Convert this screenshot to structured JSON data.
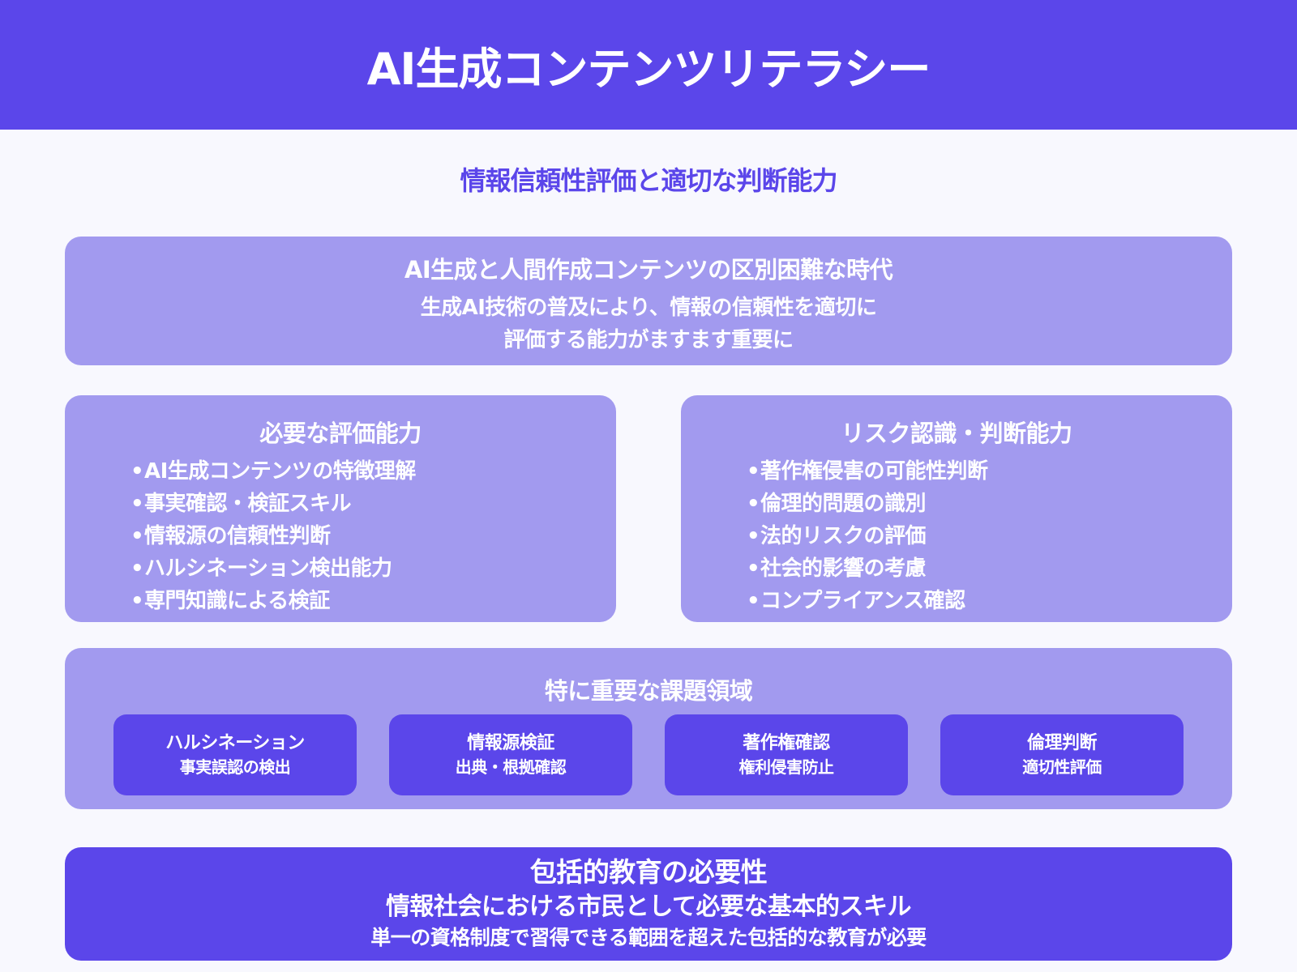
{
  "header": {
    "title": "AI生成コンテンツリテラシー"
  },
  "subtitle": "情報信頼性評価と適切な判断能力",
  "intro": {
    "title": "AI生成と人間作成コンテンツの区別困難な時代",
    "lines": [
      "生成AI技術の普及により、情報の信頼性を適切に",
      "評価する能力がますます重要に"
    ]
  },
  "evaluation": {
    "title": "必要な評価能力",
    "bullet": "•",
    "items": [
      "AI生成コンテンツの特徴理解",
      "事実確認・検証スキル",
      "情報源の信頼性判断",
      "ハルシネーション検出能力",
      "専門知識による検証"
    ]
  },
  "risk": {
    "title": "リスク認識・判断能力",
    "bullet": "•",
    "items": [
      "著作権侵害の可能性判断",
      "倫理的問題の識別",
      "法的リスクの評価",
      "社会的影響の考慮",
      "コンプライアンス確認"
    ]
  },
  "areas": {
    "title": "特に重要な課題領域",
    "cards": [
      {
        "title": "ハルシネーション",
        "sub": "事実誤認の検出"
      },
      {
        "title": "情報源検証",
        "sub": "出典・根拠確認"
      },
      {
        "title": "著作権確認",
        "sub": "権利侵害防止"
      },
      {
        "title": "倫理判断",
        "sub": "適切性評価"
      }
    ]
  },
  "education": {
    "title": "包括的教育の必要性",
    "line1": "情報社会における市民として必要な基本的スキル",
    "line2": "単一の資格制度で習得できる範囲を超えた包括的な教育が必要"
  },
  "colors": {
    "primary": "#5b46ea",
    "light": "#a29aef",
    "background": "#f8f8fe",
    "text_on_color": "#ffffff"
  }
}
